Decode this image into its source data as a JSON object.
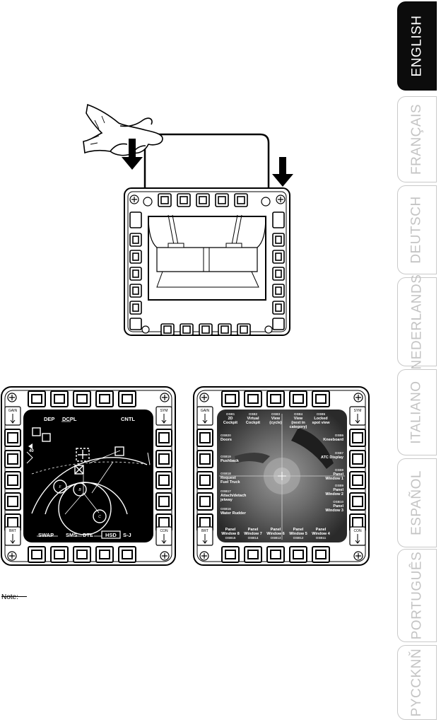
{
  "language_tabs": [
    {
      "label": "ENGLISH",
      "active": true
    },
    {
      "label": "FRANÇAIS",
      "active": false
    },
    {
      "label": "DEUTSCH",
      "active": false
    },
    {
      "label": "NEDERLANDS",
      "active": false
    },
    {
      "label": "ITALIANO",
      "active": false
    },
    {
      "label": "ESPAÑOL",
      "active": false
    },
    {
      "label": "PORTUGUÊS",
      "active": false
    },
    {
      "label": "PYCCKNŇ",
      "active": false
    }
  ],
  "left_panel": {
    "rocker_left_top": "GAIN",
    "rocker_left_bottom": "BRT",
    "rocker_right_top": "SYM",
    "rocker_right_bottom": "CON",
    "top_labels": [
      "DEP",
      "DCPL",
      "CNTL"
    ],
    "bottom_labels": [
      "SWAP",
      "SMS",
      "DTE",
      "HSD",
      "S-J"
    ],
    "scale_value": "40"
  },
  "right_panel": {
    "rocker_left_top": "GAIN",
    "rocker_left_bottom": "BRT",
    "rocker_right_top": "SYM",
    "rocker_right_bottom": "CON",
    "top_labels": [
      {
        "code": "OSB1",
        "text": [
          "2D",
          "Cockpit"
        ]
      },
      {
        "code": "OSB2",
        "text": [
          "Virtual",
          "Cockpit"
        ]
      },
      {
        "code": "OSB3",
        "text": [
          "View",
          "(cycle)"
        ]
      },
      {
        "code": "OSB4",
        "text": [
          "View",
          "(next in",
          "category)"
        ]
      },
      {
        "code": "OSB5",
        "text": [
          "Locked",
          "spot view"
        ]
      }
    ],
    "left_labels": [
      {
        "code": "OSB20",
        "text": [
          "Doors"
        ]
      },
      {
        "code": "OSB19",
        "text": [
          "Pushback"
        ]
      },
      {
        "code": "OSB18",
        "text": [
          "Request",
          "Fuel Truck"
        ]
      },
      {
        "code": "OSB17",
        "text": [
          "Attach/detach",
          "jetway"
        ]
      },
      {
        "code": "OSB16",
        "text": [
          "Water Rudder"
        ]
      }
    ],
    "right_labels": [
      {
        "code": "OSB6",
        "text": [
          "Kneeboard"
        ]
      },
      {
        "code": "OSB7",
        "text": [
          "ATC Display"
        ]
      },
      {
        "code": "OSB8",
        "text": [
          "Panel",
          "Window 1"
        ]
      },
      {
        "code": "OSB9",
        "text": [
          "Panel",
          "Window 2"
        ]
      },
      {
        "code": "OSB10",
        "text": [
          "Panel",
          "Window 3"
        ]
      }
    ],
    "bottom_labels": [
      {
        "code": "OSB15",
        "text": [
          "Panel",
          "Window 8"
        ]
      },
      {
        "code": "OSB14",
        "text": [
          "Panel",
          "Window 7"
        ]
      },
      {
        "code": "OSB13",
        "text": [
          "Panel",
          "Window 6"
        ]
      },
      {
        "code": "OSB12",
        "text": [
          "Panel",
          "Window 5"
        ]
      },
      {
        "code": "OSB11",
        "text": [
          "Panel",
          "Window 4"
        ]
      }
    ]
  },
  "note_label": "Note:"
}
